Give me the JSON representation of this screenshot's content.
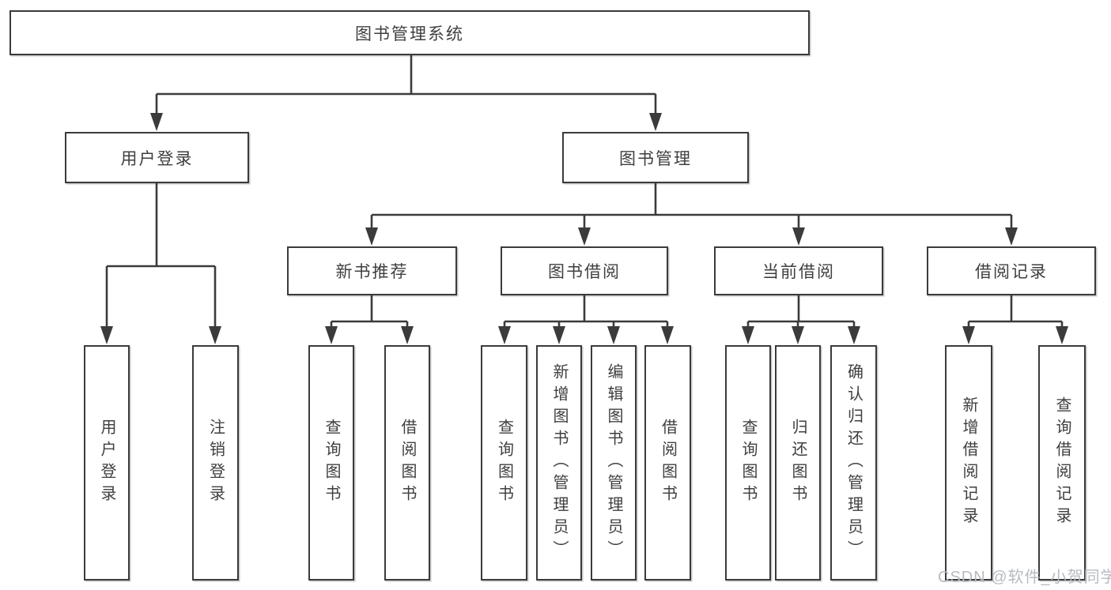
{
  "diagram": {
    "root": {
      "label": "图书管理系统"
    },
    "branches": [
      {
        "label": "用户登录",
        "children": [
          {
            "label": "用户登录"
          },
          {
            "label": "注销登录"
          }
        ]
      },
      {
        "label": "图书管理",
        "children": [
          {
            "label": "新书推荐",
            "children": [
              {
                "label": "查询图书"
              },
              {
                "label": "借阅图书"
              }
            ]
          },
          {
            "label": "图书借阅",
            "children": [
              {
                "label": "查询图书"
              },
              {
                "label": "新增图书（管理员）"
              },
              {
                "label": "编辑图书（管理员）"
              },
              {
                "label": "借阅图书"
              }
            ]
          },
          {
            "label": "当前借阅",
            "children": [
              {
                "label": "查询图书"
              },
              {
                "label": "归还图书"
              },
              {
                "label": "确认归还（管理员）"
              }
            ]
          },
          {
            "label": "借阅记录",
            "children": [
              {
                "label": "新增借阅记录"
              },
              {
                "label": "查询借阅记录"
              }
            ]
          }
        ]
      }
    ]
  },
  "watermark": {
    "text": "CSDN @软件_小贺同学"
  },
  "colors": {
    "line": "#3b3b3b",
    "text": "#3f3f3f",
    "watermark_text": "#b7bbc1",
    "background": "#ffffff"
  }
}
